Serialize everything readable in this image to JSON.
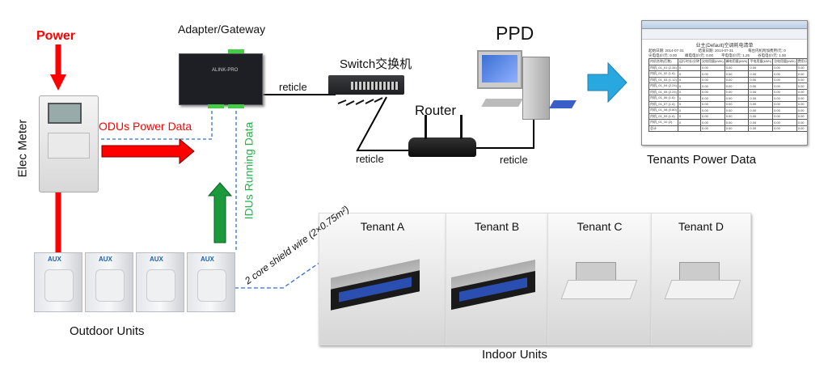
{
  "labels": {
    "power": "Power",
    "elec_meter": "Elec Meter",
    "odus_power_data": "ODUs Power Data",
    "adapter_gateway": "Adapter/Gateway",
    "adapter_brand": "ALINK-PRO",
    "switch": "Switch交换机",
    "router": "Router",
    "ppd": "PPD",
    "reticle_1": "reticle",
    "reticle_2": "reticle",
    "reticle_3": "reticle",
    "tenants_power_data": "Tenants Power Data",
    "idus_running_data": "IDUs Running Data",
    "outdoor_units": "Outdoor Units",
    "indoor_units": "Indoor Units",
    "wire": "2 core shield wire (2×0.75m²)",
    "odu_brand": "AUX"
  },
  "tenants": [
    {
      "name": "Tenant A",
      "unit": "duct"
    },
    {
      "name": "Tenant B",
      "unit": "duct"
    },
    {
      "name": "Tenant C",
      "unit": "cassette"
    },
    {
      "name": "Tenant D",
      "unit": "cassette"
    }
  ],
  "report": {
    "title": "业主(Default)空调耗电清单",
    "start": "起始日期: 2014-07-31",
    "end": "结束日期: 2014-07-31",
    "extra": "每台内机附加费用/元: 0",
    "prices": [
      "尖电电价/元: 0.00",
      "峰电电价/元: 0.00",
      "平电电价/元: 1.25",
      "谷电电价/元: 1.00"
    ],
    "columns": [
      "内机名称(匹数)",
      "运行时长/分钟",
      "尖电用量(kWh)",
      "峰电用量(kWh)",
      "平电用量(kWh)",
      "谷电用量(kWh)",
      "费用/元"
    ],
    "rows": [
      [
        "内机_01_01 (2.34)",
        "0",
        "0.00",
        "0.00",
        "0.00",
        "0.00",
        "0.00"
      ],
      [
        "内机_01_02 (1.6)",
        "0",
        "0.00",
        "0.00",
        "0.00",
        "0.00",
        "0.00"
      ],
      [
        "内机_01_03 (1.12)",
        "0",
        "0.00",
        "0.00",
        "0.00",
        "0.00",
        "0.00"
      ],
      [
        "内机_01_04 (2.24)",
        "0",
        "0.00",
        "0.00",
        "0.00",
        "0.00",
        "0.00"
      ],
      [
        "内机_01_05 (2.24)",
        "0",
        "0.00",
        "0.00",
        "0.00",
        "0.00",
        "0.00"
      ],
      [
        "内机_01_06 (1.6)",
        "0",
        "0.00",
        "0.00",
        "0.00",
        "0.00",
        "0.00"
      ],
      [
        "内机_01_07 (1.6)",
        "0",
        "0.00",
        "0.00",
        "0.00",
        "0.00",
        "0.00"
      ],
      [
        "内机_01_08 (0.80)",
        "0",
        "0.00",
        "0.00",
        "0.00",
        "0.00",
        "0.00"
      ],
      [
        "内机_01_09 (1.6)",
        "0",
        "0.00",
        "0.00",
        "0.00",
        "0.00",
        "0.00"
      ],
      [
        "内机_01_10 (2)",
        "0",
        "0.00",
        "0.00",
        "0.00",
        "0.00",
        "0.00"
      ],
      [
        "总计",
        "",
        "0.00",
        "0.00",
        "0.00",
        "0.00",
        "0.00"
      ]
    ]
  },
  "colors": {
    "power": "#ff0000",
    "data_line": "#2f6fd6",
    "idu_data": "#22b14c",
    "arrow_blue": "#29a8e0"
  }
}
